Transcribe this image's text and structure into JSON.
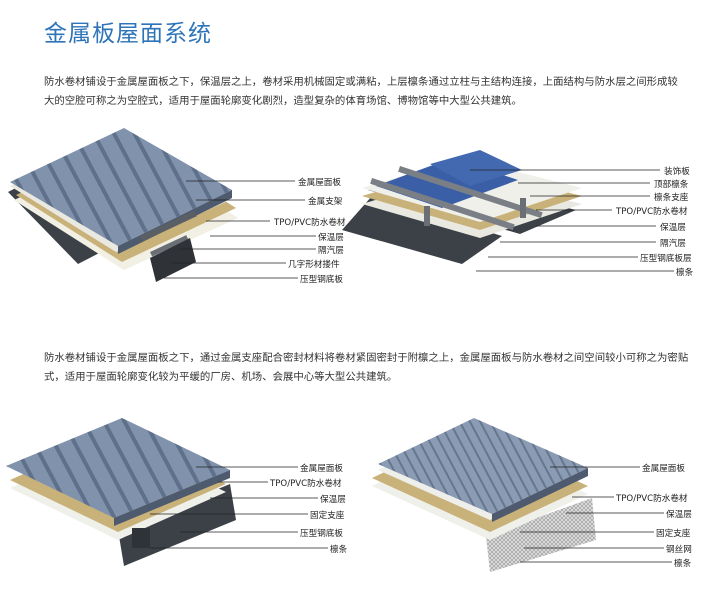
{
  "page": {
    "title": "金属板屋面系统",
    "intro_1": "防水卷材铺设于金属屋面板之下，保温层之上，卷材采用机械固定或满粘，上层檩条通过立柱与主结构连接，上面结构与防水层之间形成较大的空腔可称之为空腔式，适用于屋面轮廓变化剧烈，造型复杂的体育场馆、博物馆等中大型公共建筑。",
    "intro_2": "防水卷材铺设于金属屋面板之下，通过金属支座配合密封材料将卷材紧固密封于附檩之上，金属屋面板与防水卷材之间空间较小可称之为密贴式，适用于屋面轮廓变化较为平缓的厂房、机场、会展中心等大型公共建筑。"
  },
  "diagrams": {
    "d1": {
      "labels": [
        "金属屋面板",
        "金属支架",
        "TPO/PVC防水卷材",
        "保温层",
        "隔汽层",
        "几字形材搂件",
        "压型钢底板"
      ]
    },
    "d2": {
      "labels": [
        "装饰板",
        "顶部檩条",
        "檩条支座",
        "TPO/PVC防水卷材",
        "保温层",
        "隔汽层",
        "压型钢底板层",
        "檩条"
      ]
    },
    "d3": {
      "labels": [
        "金属屋面板",
        "TPO/PVC防水卷材",
        "保温层",
        "固定支座",
        "压型钢底板",
        "檩条"
      ]
    },
    "d4": {
      "labels": [
        "金属屋面板",
        "TPO/PVC防水卷材",
        "保温层",
        "固定支座",
        "钢丝网",
        "檩条"
      ]
    }
  },
  "colors": {
    "title": "#2e74b8",
    "metal_panel": "#7d8fa8",
    "insulation": "#c9b27a",
    "membrane": "#e8e8e0",
    "deck": "#3c4148",
    "decor_panel": "#3b5fa6"
  }
}
